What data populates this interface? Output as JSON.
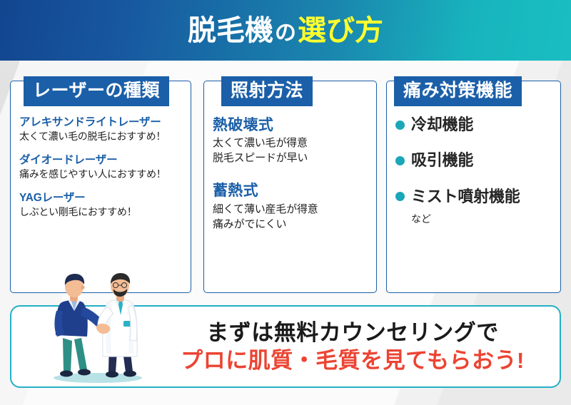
{
  "header": {
    "title_part1": "脱毛機",
    "title_part2": "の",
    "title_part3": "選び方",
    "bg_start_color": "#12468f",
    "bg_end_color": "#19bec2",
    "highlight_color": "#ffff2e"
  },
  "columns": [
    {
      "tab_label": "レーザーの種類",
      "entries": [
        {
          "title": "アレキサンドライトレーザー",
          "desc": "太くて濃い毛の脱毛におすすめ！"
        },
        {
          "title": "ダイオードレーザー",
          "desc": "痛みを感じやすい人におすすめ！"
        },
        {
          "title": "YAGレーザー",
          "desc": "しぶとい剛毛におすすめ！"
        }
      ]
    },
    {
      "tab_label": "照射方法",
      "entries": [
        {
          "title": "熱破壊式",
          "desc1": "太くて濃い毛が得意",
          "desc2": "脱毛スピードが早い"
        },
        {
          "title": "蓄熱式",
          "desc1": "細くて薄い産毛が得意",
          "desc2": "痛みがでにくい"
        }
      ]
    },
    {
      "tab_label": "痛み対策機能",
      "bullets": [
        {
          "label": "冷却機能"
        },
        {
          "label": "吸引機能"
        },
        {
          "label": "ミスト噴射機能"
        }
      ],
      "more_label": "など",
      "bullet_color": "#1aa7b8"
    }
  ],
  "banner": {
    "line1": "まずは無料カウンセリングで",
    "line2": "プロに肌質・毛質を見てもらおう!",
    "line2_color": "#ec4433",
    "border_color": "#23b0c4"
  },
  "illustration": {
    "name": "handshake-client-and-doctor",
    "figure_left": "businessman-in-navy-suit",
    "figure_right": "doctor-in-white-coat"
  }
}
